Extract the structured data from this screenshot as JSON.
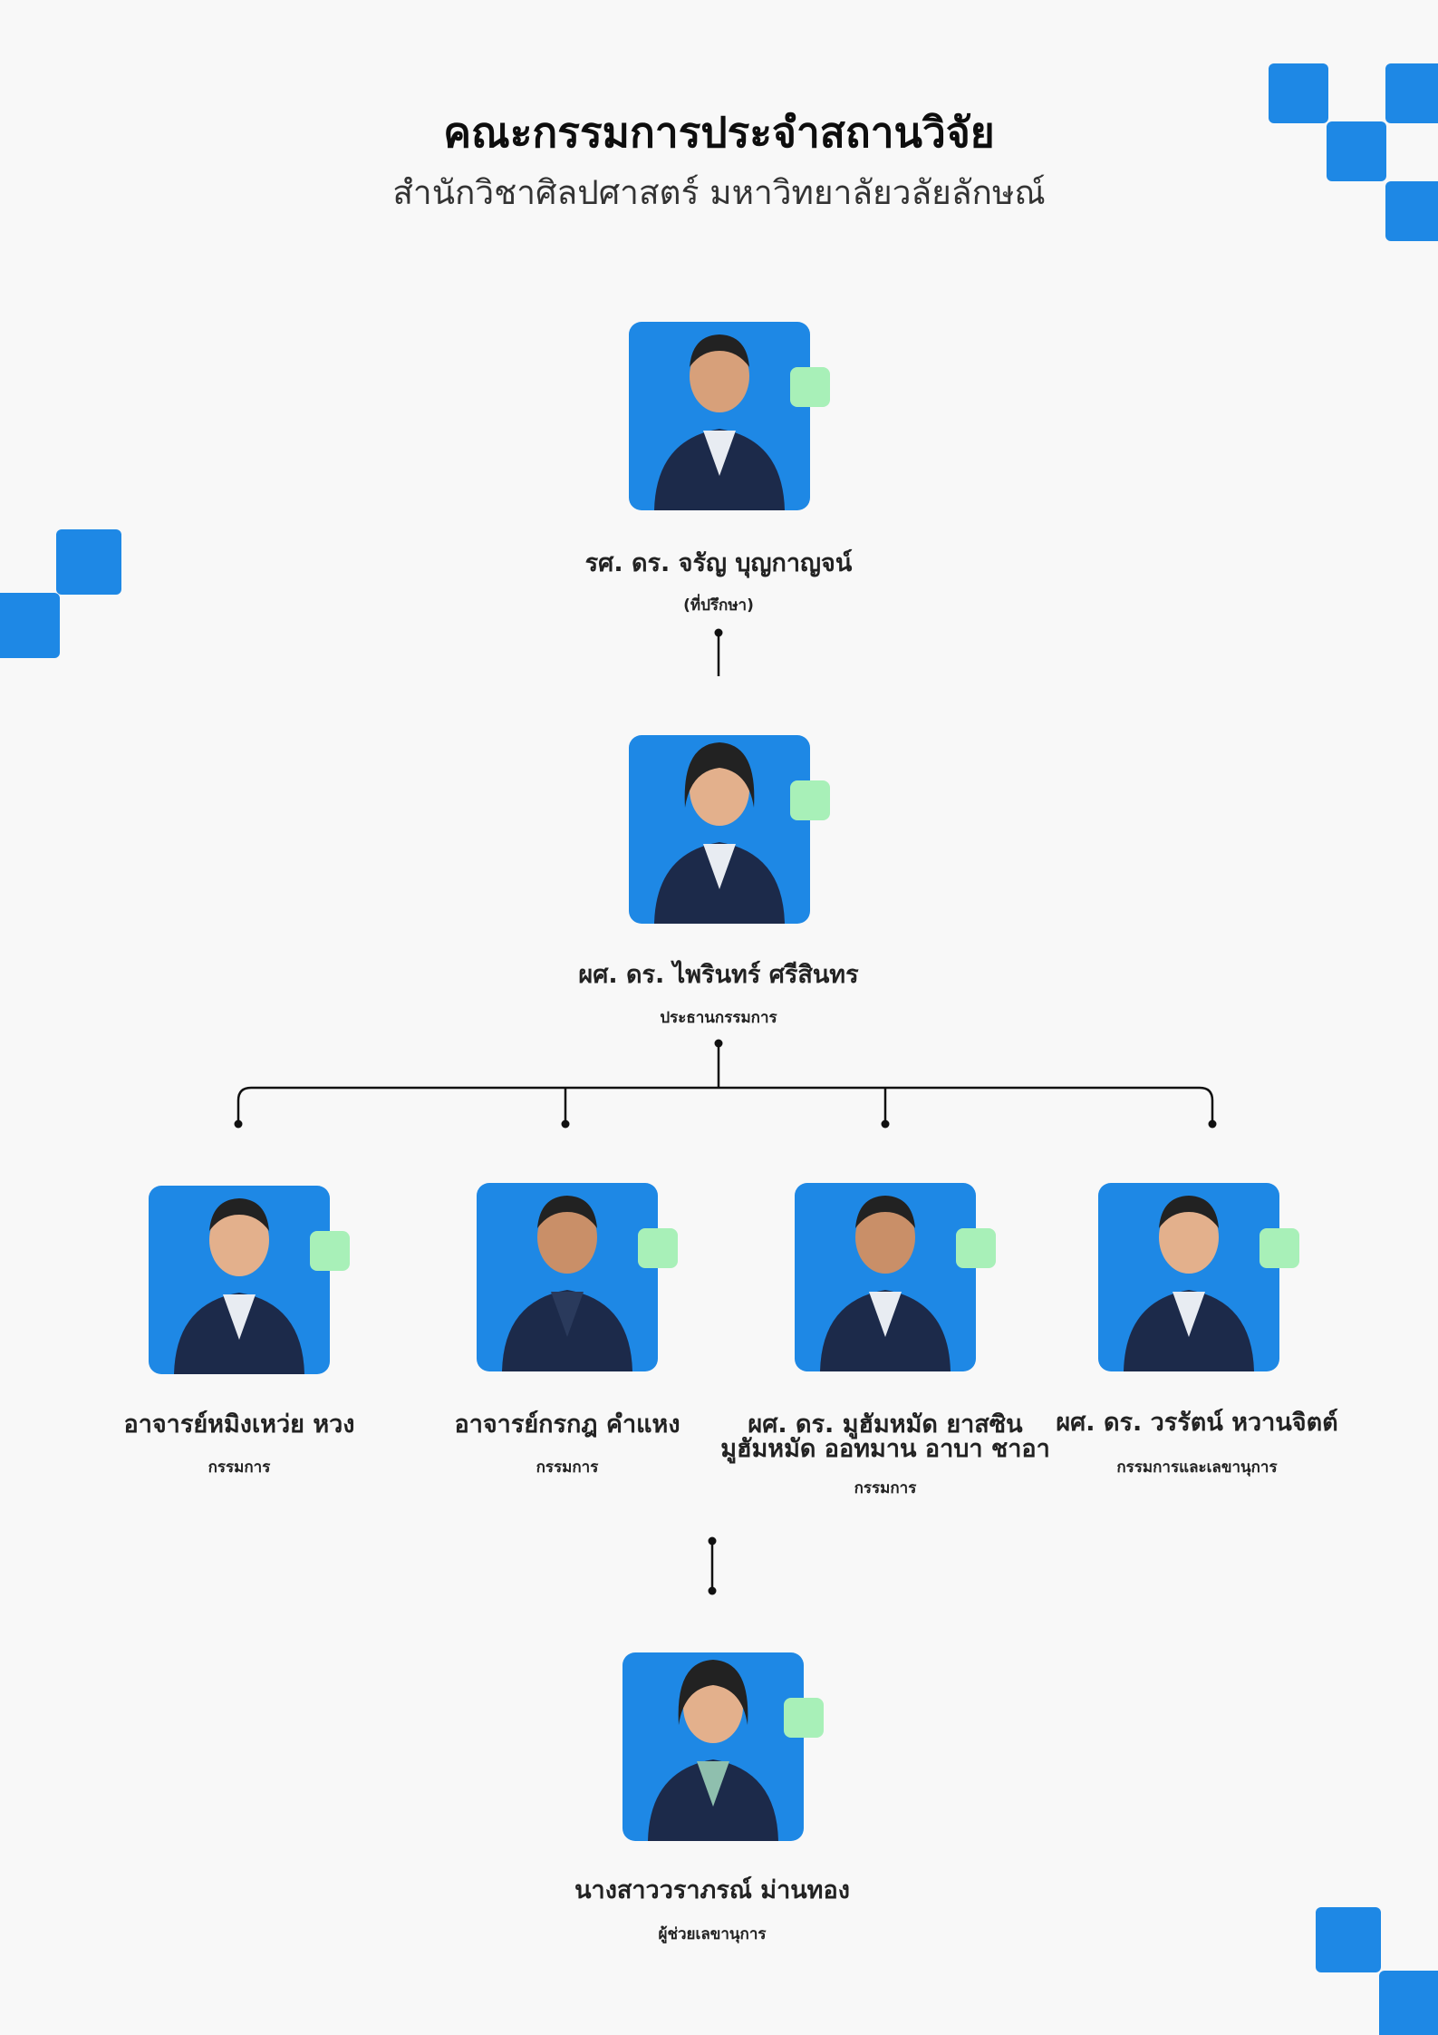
{
  "header": {
    "title": "คณะกรรมการประจำสถานวิจัย",
    "subtitle": "สำนักวิชาศิลปศาสตร์ มหาวิทยาลัยวลัยลักษณ์"
  },
  "colors": {
    "accent_blue": "#1e88e5",
    "accent_green": "#a8f0b8",
    "background": "#f8f8f8",
    "jacket": "#1c2a4a"
  },
  "advisor": {
    "name": "รศ. ดร. จรัญ บุญกาญจน์",
    "role": "(ที่ปรึกษา)",
    "icon": "person-photo-icon"
  },
  "chair": {
    "name": "ผศ. ดร. ไพรินทร์ ศรีสินทร",
    "role": "ประธานกรรมการ",
    "icon": "person-photo-icon"
  },
  "members": [
    {
      "name": "อาจารย์หมิงเหว่ย หวง",
      "role": "กรรมการ"
    },
    {
      "name": "อาจารย์กรกฎ คำแหง",
      "role": "กรรมการ"
    },
    {
      "name": "ผศ. ดร. มูฮัมหมัด ยาสซิน",
      "name2": "มูฮัมหมัด ออทมาน อาบา ชาอา",
      "role": "กรรมการ"
    },
    {
      "name": "ผศ. ดร. วรรัตน์ หวานจิตต์",
      "role": "กรรมการและเลขานุการ"
    }
  ],
  "assistant": {
    "name": "นางสาววราภรณ์ ม่านทอง",
    "role": "ผู้ช่วยเลขานุการ",
    "icon": "person-photo-icon"
  }
}
